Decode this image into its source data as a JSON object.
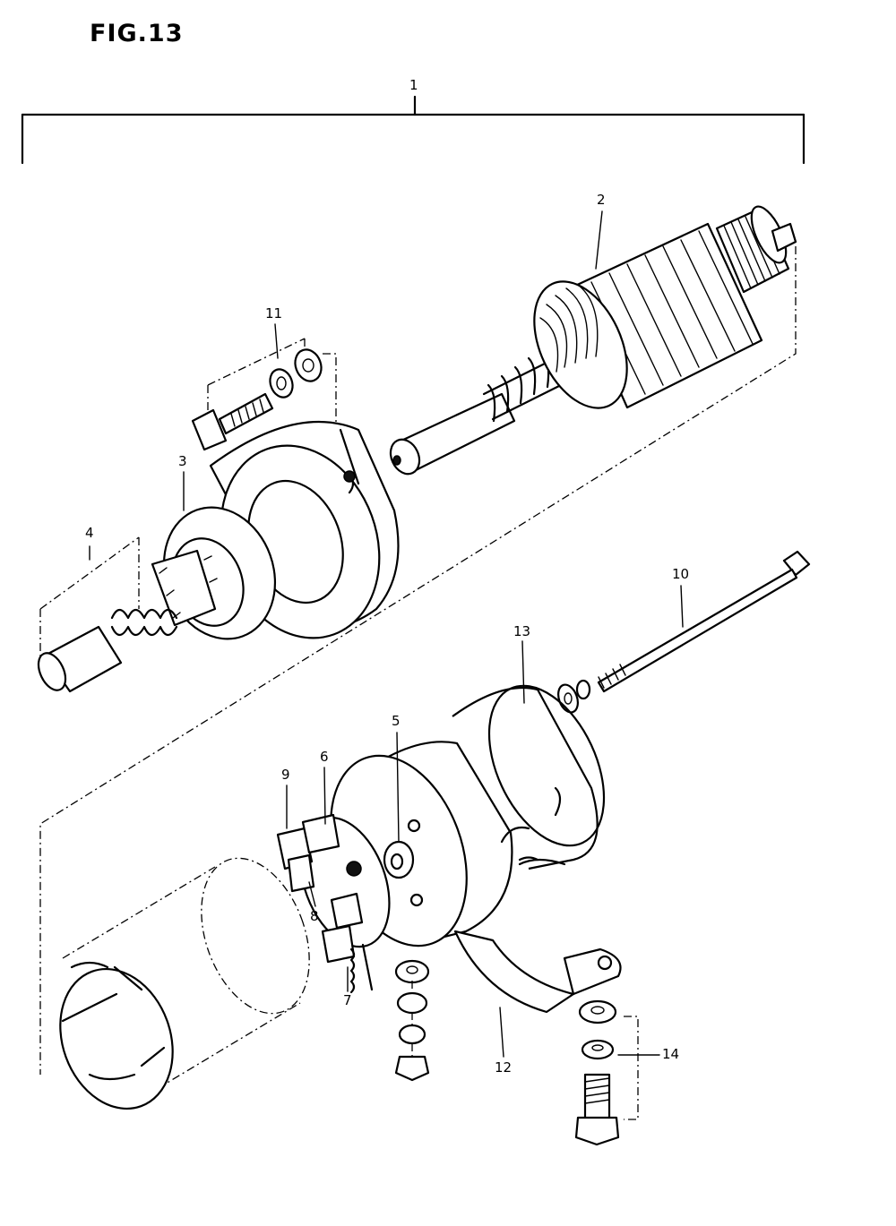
{
  "figure": {
    "title": "FIG.13"
  },
  "callouts": {
    "c1": "1",
    "c2": "2",
    "c3": "3",
    "c4": "4",
    "c5": "5",
    "c6": "6",
    "c7": "7",
    "c8": "8",
    "c9": "9",
    "c10": "10",
    "c11": "11",
    "c12": "12",
    "c13": "13",
    "c14": "14"
  }
}
